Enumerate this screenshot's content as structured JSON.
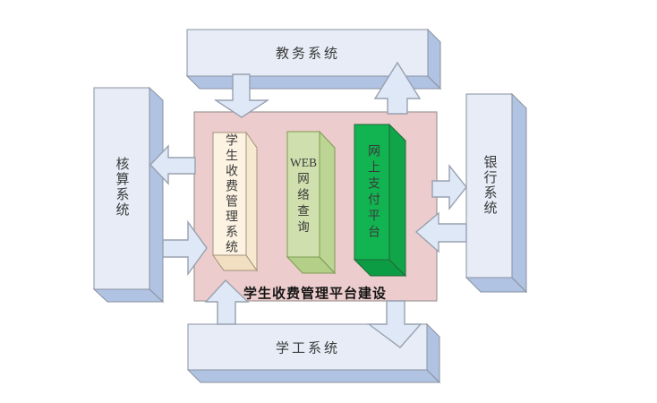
{
  "systems": {
    "top": {
      "label": "教务系统"
    },
    "left": {
      "label": "核算系统"
    },
    "right": {
      "label": "银行系统"
    },
    "bottom": {
      "label": "学工系统"
    }
  },
  "platform": {
    "title": "学生收费管理平台建设",
    "pillars": [
      {
        "id": "student-fee-management",
        "label": "学生收费管理系统"
      },
      {
        "id": "web-query",
        "label": "WEB网络查询",
        "lines": [
          "WEB",
          "网",
          "络",
          "查",
          "询"
        ]
      },
      {
        "id": "online-payment",
        "label": "网上支付平台"
      }
    ]
  },
  "colors": {
    "platform_bg": "#eccccc",
    "blue_front": "#e7ecf7",
    "blue_side": "#b0c3e2",
    "arrow_fill": "#dfe8f6",
    "cream_front": "#fdf3e2",
    "cream_side": "#f7e9d0",
    "cream_bottom": "#f2dfc2",
    "lgreen_front": "#cfe0ae",
    "lgreen_side": "#bcd494",
    "lgreen_bottom": "#b3cf88",
    "green_front": "#12b451",
    "green_side": "#0fa548",
    "green_bottom": "#0c9c43"
  }
}
